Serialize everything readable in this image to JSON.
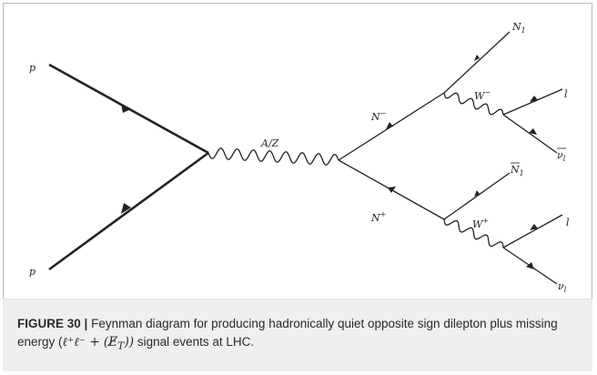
{
  "diagram": {
    "labels": {
      "proton_top": "p",
      "proton_bottom": "p",
      "mediator": "A/Z",
      "n_minus": "N",
      "n_minus_charge": "−",
      "n_plus": "N",
      "n_plus_charge": "+",
      "w_minus": "W",
      "w_minus_charge": "−",
      "w_plus": "W",
      "w_plus_charge": "+",
      "n1_top": "N",
      "n1_top_sub": "1",
      "n1_bottom": "N",
      "n1_bottom_sub": "1",
      "lepton_top": "l",
      "lepton_bottom": "l",
      "antinu": "ν",
      "antinu_sub": "l",
      "nu": "ν",
      "nu_sub": "l"
    }
  },
  "caption": {
    "label": "FIGURE 30",
    "separator": "|",
    "text_1": "Feynman diagram for producing hadronically quiet opposite sign dilepton plus missing energy (",
    "math": "ℓ⁺ℓ⁻ + (E̸",
    "math_sub": "T",
    "math_close": "))",
    "text_2": " signal events at LHC."
  }
}
